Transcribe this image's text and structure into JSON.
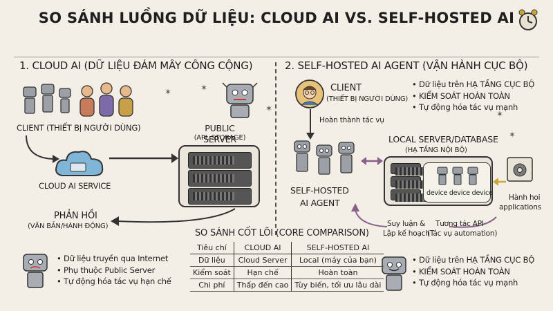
{
  "title": "SO SÁNH LUỒNG DỮ LIỆU: CLOUD AI VS. SELF-HOSTED AI",
  "left": {
    "heading": "1. CLOUD AI (DỮ LIỆU ĐÁM MÂY CÔNG CỘNG)",
    "client_label": "CLIENT (THIẾT BỊ NGƯỜI DÙNG)",
    "cloud_label": "CLOUD AI SERVICE",
    "server_title": "PUBLIC SERVER",
    "server_sub": "(API, STORAGE)",
    "feedback_title": "PHẢN HỒI",
    "feedback_sub": "(VĂN BẢN/HÀNH ĐỘNG)",
    "bullets": [
      "Dữ liệu truyền qua Internet",
      "Phụ thuộc Public Server",
      "Tự động hóa tác vụ hạn chế"
    ]
  },
  "right": {
    "heading": "2. SELF-HOSTED AI AGENT (VẬN HÀNH CỤC BỘ)",
    "client_title": "CLIENT",
    "client_sub": "(THIẾT BỊ NGƯỜI DÙNG)",
    "top_bullets": [
      "Dữ liệu trên HẠ TẦNG CỤC BỘ",
      "KIỂM SOÁT HOÀN TOÀN",
      "Tự động hóa tác vụ mạnh"
    ],
    "done_label": "Hoàn thành tác vụ",
    "local_title": "LOCAL SERVER/DATABASE",
    "local_sub": "(HẠ TẦNG NỘI BỘ)",
    "device_label": "device device device",
    "apps_label_1": "Hành hoi",
    "apps_label_2": "applications",
    "agent_title_1": "SELF-HOSTED",
    "agent_title_2": "AI AGENT",
    "reason_1": "Suy luận &",
    "reason_2": "Lập kế hoạch",
    "api_1": "Tương tác API",
    "api_2": "(Tác vụ automation)",
    "bottom_bullets": [
      "Dữ liệu trên HẠ TẦNG CỤC BỘ",
      "KIỂM SOÁT HOÀN TOÀN",
      "Tự động hóa tác vụ mạnh"
    ]
  },
  "comparison": {
    "heading": "SO SÁNH CỐT LÕI (CORE COMPARISON)",
    "headers": [
      "Tiêu chí",
      "CLOUD AI",
      "SELF-HOSTED AI"
    ],
    "rows": [
      [
        "Dữ liệu",
        "Cloud Server",
        "Local (máy của bạn)"
      ],
      [
        "Kiểm soát",
        "Hạn chế",
        "Hoàn toàn"
      ],
      [
        "Chi phí",
        "Thấp đến cao",
        "Tùy biến, tối ưu lâu dài"
      ]
    ]
  },
  "icons": [
    "clock-icon",
    "robot-icon",
    "user-group-icon",
    "cloud-icon",
    "server-rack-icon",
    "gear-icon",
    "user-avatar-icon",
    "star-icon"
  ]
}
